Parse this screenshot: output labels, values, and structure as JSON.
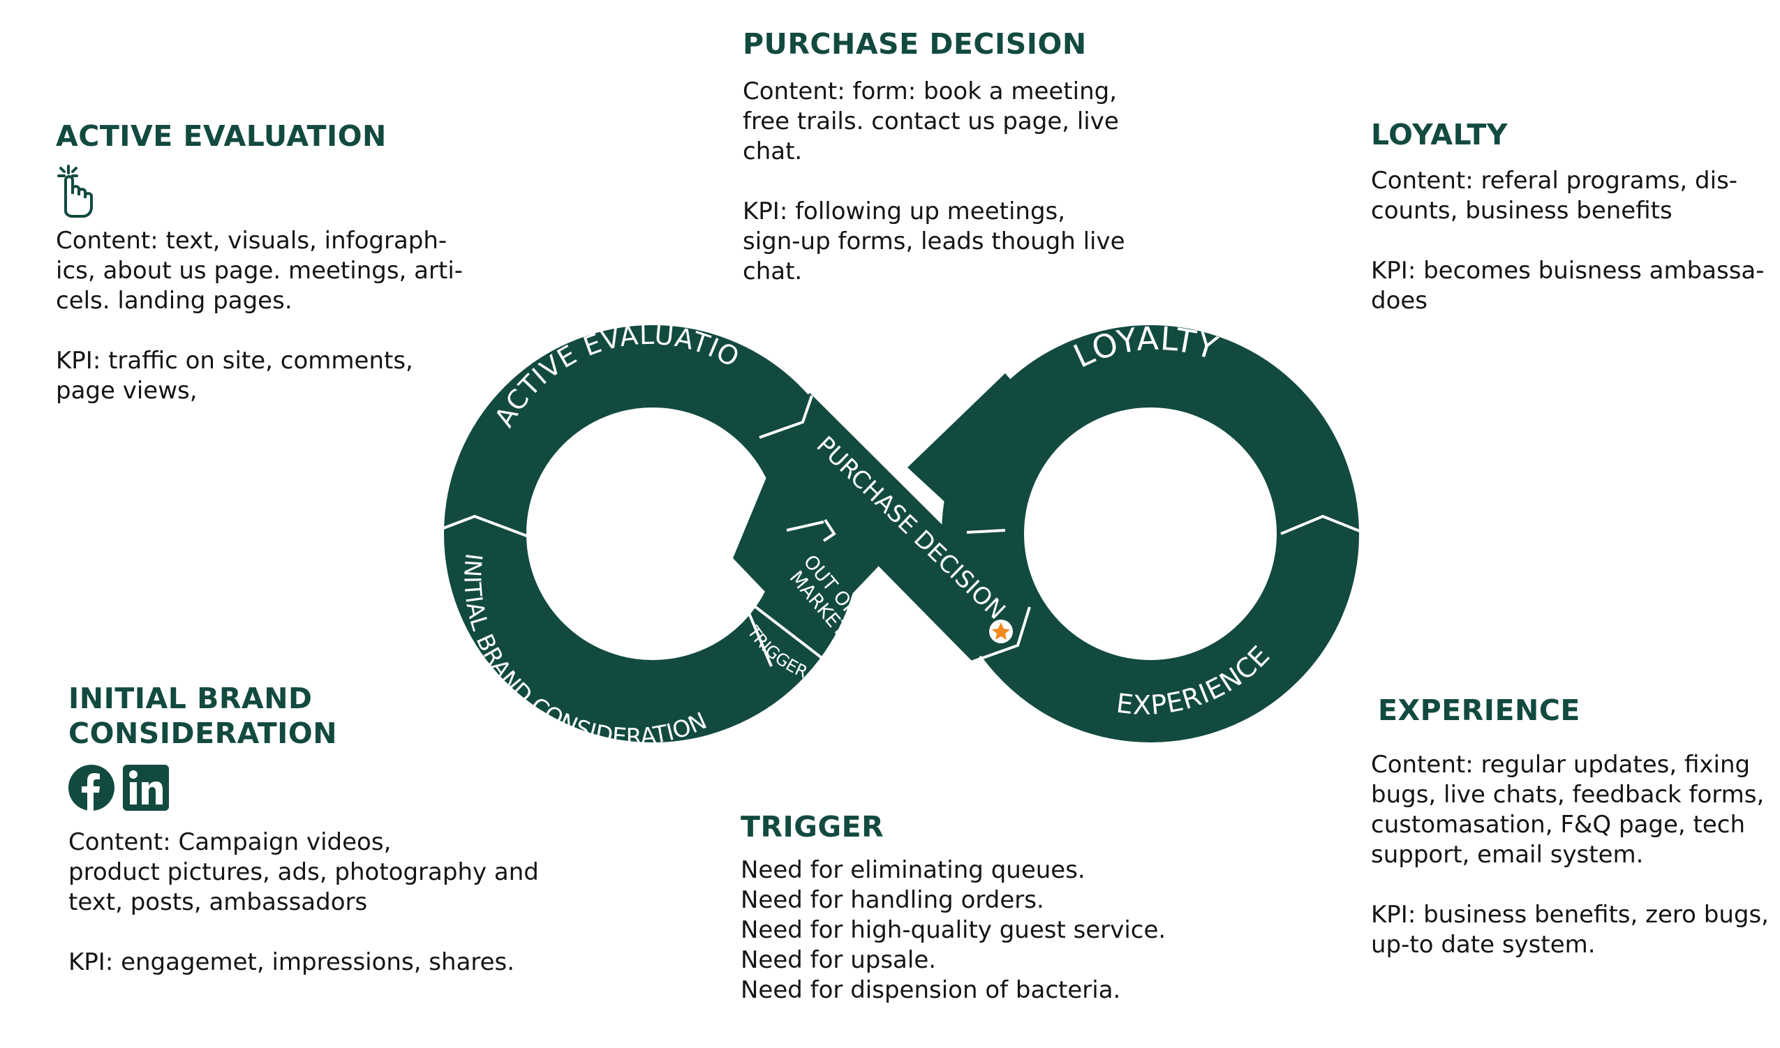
{
  "colors": {
    "brand": "#124a40",
    "accent": "#f08a1c"
  },
  "icons": {
    "active_evaluation": "hand-pointer-icon",
    "initial_brand": [
      "facebook-icon",
      "linkedin-icon"
    ]
  },
  "diagram": {
    "active_evaluation": "ACTIVE EVALUATION",
    "loyalty": "LOYALTY",
    "purchase_decision": "PURCHASE DECISION",
    "initial_brand": "INITIAL BRAND CONSIDERATION",
    "experience": "EXPERIENCE",
    "out_of_market_1": "OUT OF",
    "out_of_market_2": "MARKET",
    "trigger": "TRIGGER"
  },
  "purchase_decision": {
    "title": "PURCHASE DECISION",
    "content": "Content: form: book a meeting,\nfree trails. contact us page, live\nchat.",
    "kpi": "KPI: following up meetings,\nsign-up forms, leads though live\nchat."
  },
  "active_evaluation": {
    "title": "ACTIVE EVALUATION",
    "content": "Content: text, visuals, infograph-\nics, about us page. meetings, arti-\ncels. landing pages.",
    "kpi": "KPI: traffic on site, comments,\npage views,"
  },
  "loyalty": {
    "title": "LOYALTY",
    "content": "Content:  referal programs, dis-\ncounts, business benefits",
    "kpi": "KPI: becomes buisness ambassa-\ndoes"
  },
  "initial_brand": {
    "title": "INITIAL BRAND\nCONSIDERATION",
    "content": "Content: Campaign videos,\nproduct pictures, ads, photography and\ntext, posts, ambassadors",
    "kpi": "KPI: engagemet, impressions, shares."
  },
  "trigger": {
    "title": "TRIGGER",
    "lines": [
      "Need for eliminating queues.",
      "Need for handling orders.",
      "Need for high-quality guest service.",
      "Need for upsale.",
      "Need for dispension of bacteria."
    ]
  },
  "experience": {
    "title": "EXPERIENCE",
    "content": "Content: regular updates, fixing\nbugs, live chats, feedback forms,\ncustomasation, F&Q page, tech\nsupport, email system.",
    "kpi": "KPI: business benefits, zero bugs,\nup-to date system."
  }
}
